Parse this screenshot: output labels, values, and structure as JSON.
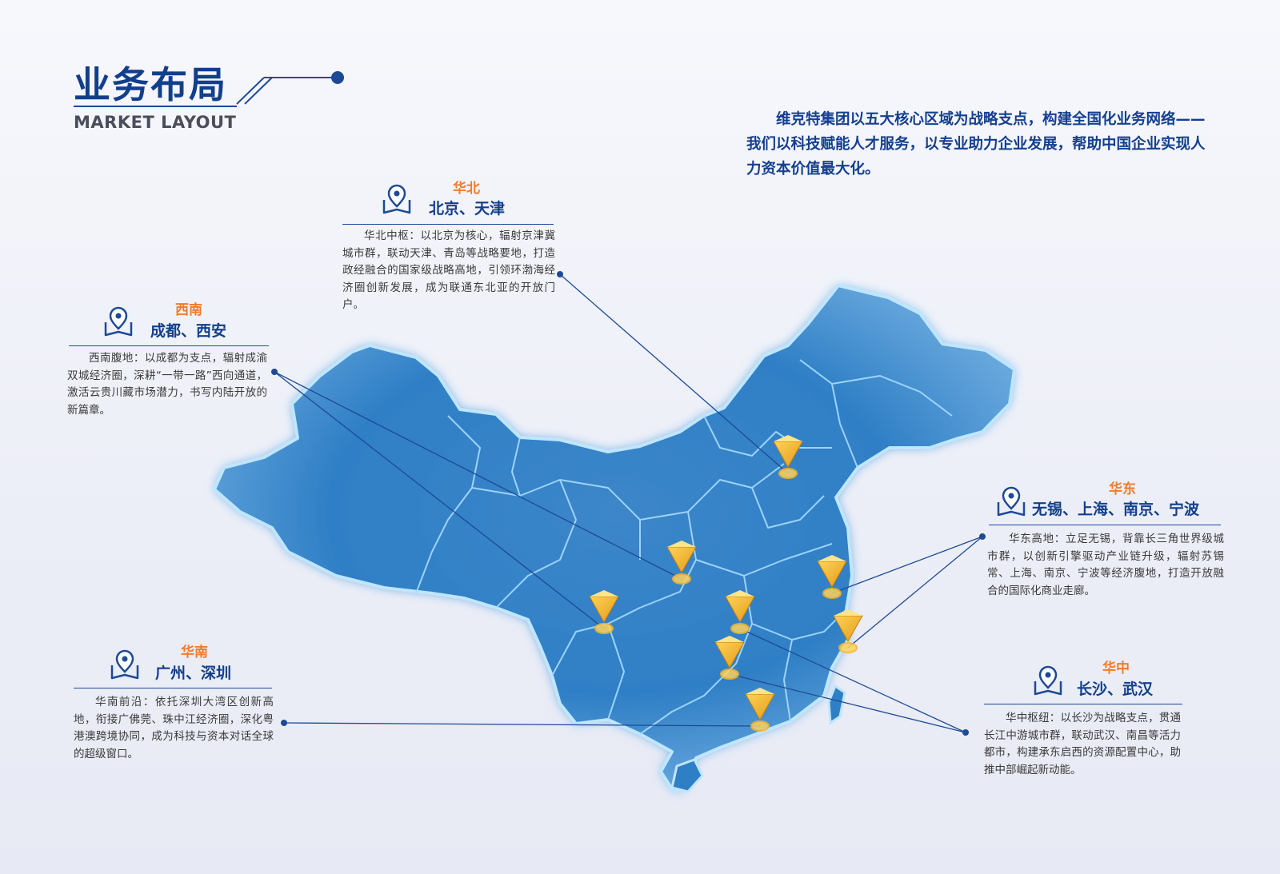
{
  "page": {
    "title_cn": "业务布局",
    "title_en": "MARKET LAYOUT",
    "intro": "维克特集团以五大核心区域为战略支点，构建全国化业务网络——我们以科技赋能人才服务，以专业助力企业发展，帮助中国企业实现人力资本价值最大化。"
  },
  "colors": {
    "brand_blue": "#123f8c",
    "accent_orange": "#f07b2c",
    "map_blue": "#2f7fc6",
    "marker_gold": "#f6b529"
  },
  "regions": {
    "north": {
      "name": "华北",
      "cities": "北京、天津",
      "desc": "华北中枢：以北京为核心，辐射京津冀城市群，联动天津、青岛等战略要地，打造政经融合的国家级战略高地，引领环渤海经济圈创新发展，成为联通东北亚的开放门户。",
      "icon": "location-book-icon"
    },
    "southwest": {
      "name": "西南",
      "cities": "成都、西安",
      "desc": "西南腹地：以成都为支点，辐射成渝双城经济圈，深耕“一带一路”西向通道，激活云贵川藏市场潜力，书写内陆开放的新篇章。",
      "icon": "location-book-icon"
    },
    "east": {
      "name": "华东",
      "cities": "无锡、上海、南京、宁波",
      "desc": "华东高地：立足无锡，背靠长三角世界级城市群，以创新引擎驱动产业链升级，辐射苏锡常、上海、南京、宁波等经济腹地，打造开放融合的国际化商业走廊。",
      "icon": "location-book-icon"
    },
    "south": {
      "name": "华南",
      "cities": "广州、深圳",
      "desc": "华南前沿：依托深圳大湾区创新高地，衔接广佛莞、珠中江经济圈，深化粤港澳跨境协同，成为科技与资本对话全球的超级窗口。",
      "icon": "location-book-icon"
    },
    "central": {
      "name": "华中",
      "cities": "长沙、武汉",
      "desc": "华中枢纽：以长沙为战略支点，贯通长江中游城市群，联动武汉、南昌等活力都市，构建承东启西的资源配置中心，助推中部崛起新动能。",
      "icon": "location-book-icon"
    }
  },
  "markers": [
    {
      "id": "beijing",
      "icon": "gold-pin-icon"
    },
    {
      "id": "xian",
      "icon": "gold-pin-icon"
    },
    {
      "id": "chengdu",
      "icon": "gold-pin-icon"
    },
    {
      "id": "wuhan",
      "icon": "gold-pin-icon"
    },
    {
      "id": "changsha",
      "icon": "gold-pin-icon"
    },
    {
      "id": "guangzhou",
      "icon": "gold-pin-icon"
    },
    {
      "id": "wuxi",
      "icon": "gold-pin-icon"
    },
    {
      "id": "ningbo",
      "icon": "gold-pin-icon"
    }
  ]
}
